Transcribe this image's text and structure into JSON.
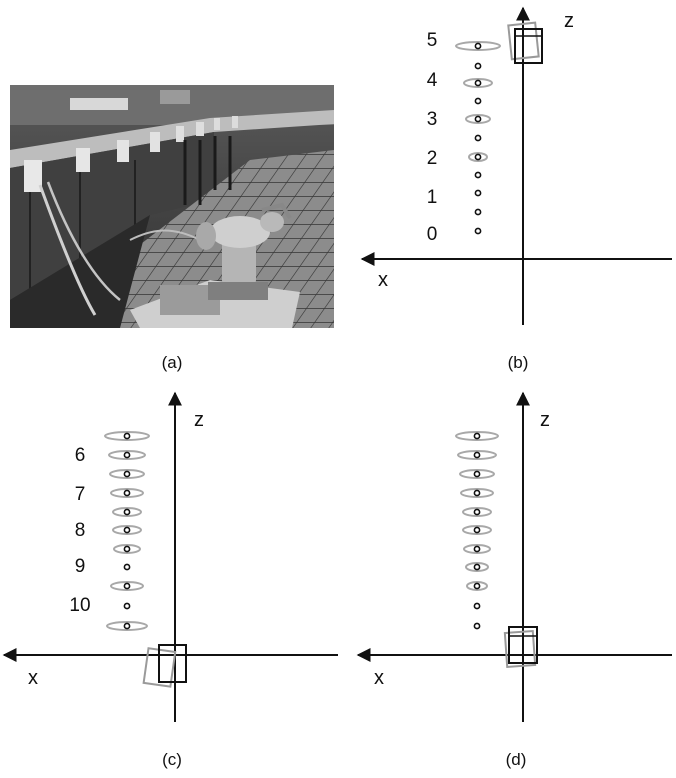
{
  "panels": [
    {
      "caption": "(a)"
    },
    {
      "caption": "(b)",
      "x_label": "x",
      "z_label": "z",
      "marker_labels": [
        "5",
        "4",
        "3",
        "2",
        "1",
        "0"
      ]
    },
    {
      "caption": "(c)",
      "x_label": "x",
      "z_label": "z",
      "marker_labels": [
        "6",
        "7",
        "8",
        "9",
        "10"
      ]
    },
    {
      "caption": "(d)",
      "x_label": "x",
      "z_label": "z"
    }
  ],
  "colors": {
    "axis": "#111111",
    "ellipse": "#a8a8a8",
    "marker": "#111111",
    "box_current": "#111111",
    "box_previous": "#9a9a9a"
  },
  "icons": {
    "photo": "robot-photo-icon"
  }
}
